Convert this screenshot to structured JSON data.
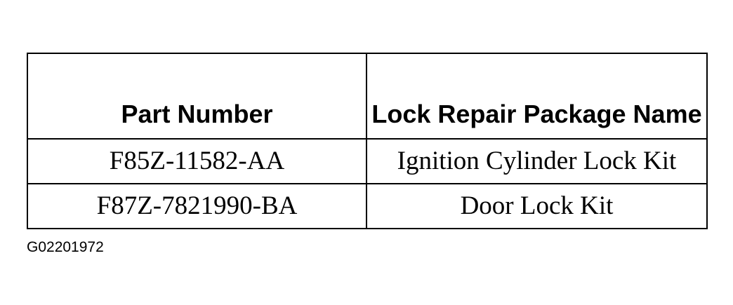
{
  "table": {
    "headers": [
      "Part Number",
      "Lock Repair Package Name"
    ],
    "rows": [
      [
        "F85Z-11582-AA",
        "Ignition Cylinder Lock Kit"
      ],
      [
        "F87Z-7821990-BA",
        "Door Lock Kit"
      ]
    ]
  },
  "figure_id": "G02201972"
}
